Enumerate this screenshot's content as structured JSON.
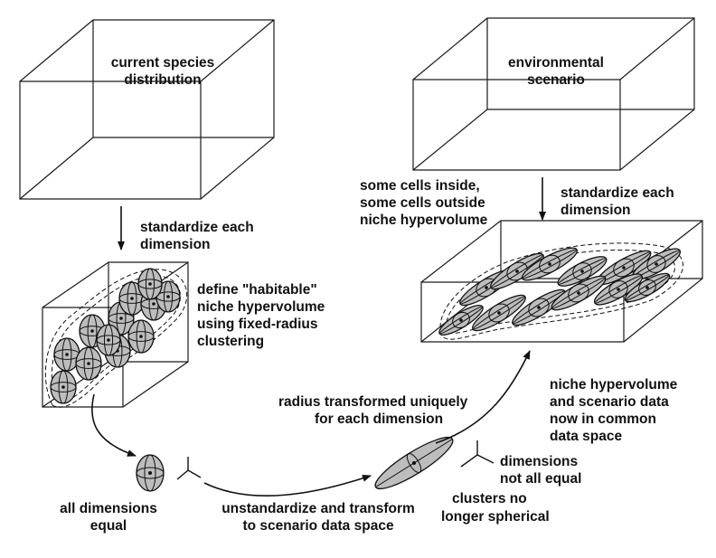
{
  "labels": {
    "current_species_1": "current species",
    "current_species_2": "distribution",
    "env_1": "environmental",
    "env_2": "scenario",
    "std_left_1": "standardize each",
    "std_left_2": "dimension",
    "std_right_1": "standardize each",
    "std_right_2": "dimension",
    "some_cells_1": "some cells inside,",
    "some_cells_2": "some cells outside",
    "some_cells_3": "niche hypervolume",
    "define_1": "define \"habitable\"",
    "define_2": "niche hypervolume",
    "define_3": "using fixed-radius",
    "define_4": "clustering",
    "all_dims_1": "all dimensions",
    "all_dims_2": "equal",
    "unstd_1": "unstandardize and transform",
    "unstd_2": "to scenario data space",
    "radius_1": "radius transformed uniquely",
    "radius_2": "for each dimension",
    "niche_common_1": "niche hypervolume",
    "niche_common_2": "and scenario data",
    "niche_common_3": "now in common",
    "niche_common_4": "data space",
    "dims_not_equal_1": "dimensions",
    "dims_not_equal_2": "not all equal",
    "clusters_1": "clusters no",
    "clusters_2": "longer spherical"
  }
}
